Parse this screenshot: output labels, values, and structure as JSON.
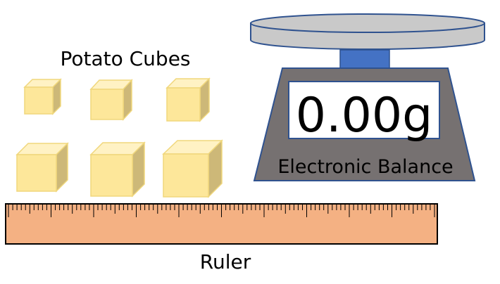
{
  "labels": {
    "cubes": "Potato Cubes",
    "balance": "Electronic Balance",
    "ruler": "Ruler"
  },
  "balance": {
    "display_value": "0.00g"
  },
  "cubes": [
    {
      "id": "cube-1"
    },
    {
      "id": "cube-2"
    },
    {
      "id": "cube-3"
    },
    {
      "id": "cube-4"
    },
    {
      "id": "cube-5"
    },
    {
      "id": "cube-6"
    }
  ],
  "colors": {
    "cube_front": "#fde79a",
    "cube_top": "#fff2c4",
    "cube_side": "#cdb878",
    "cube_edge": "#f0d77c",
    "balance_body": "#767171",
    "balance_outline": "#2f528f",
    "pan": "#c9c9c9",
    "neck": "#4472c4",
    "ruler": "#f4b183"
  }
}
